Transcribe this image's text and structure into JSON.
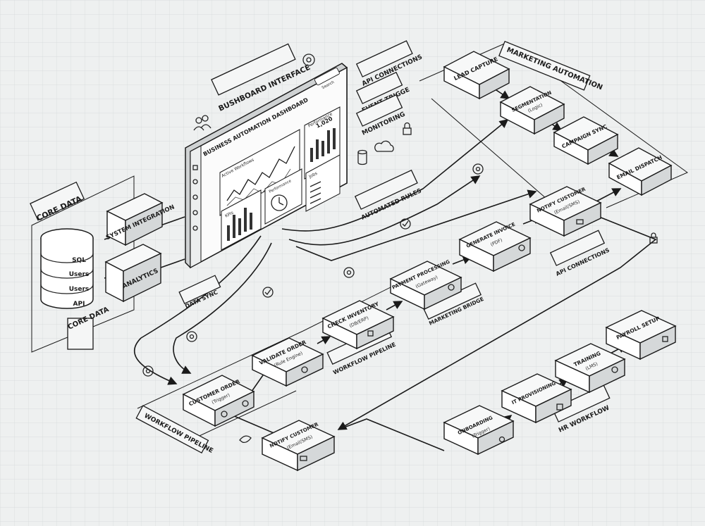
{
  "core_data": {
    "title": "CORE DATA",
    "title2": "CORE DATA",
    "db_layers": [
      "SQL",
      "Users",
      "Users",
      "API"
    ],
    "system_integration": "SYSTEM INTEGRATION",
    "analytics": "ANALYTICS"
  },
  "dashboard": {
    "interface_tag": "BUSHBOARD INTERFACE",
    "title": "BUSINESS AUTOMATION DASHBOARD",
    "panel_active": "Active Workflows",
    "panel_performance": "Performance",
    "perf_value": "1,020",
    "panel_kpis": "KPIs",
    "panel_jobs": "Jobs",
    "panel_performance2": "Performance",
    "search_placeholder": "Search"
  },
  "side_tags": [
    "API CONNECTIONS",
    "EVENT TRIGGE",
    "MONITORING"
  ],
  "marketing": {
    "title": "MARKETING AUTOMATION",
    "steps": [
      {
        "label": "LEAD CAPTURE",
        "sub": ""
      },
      {
        "label": "SEGMENTATION",
        "sub": "(Logic)"
      },
      {
        "label": "CAMPAIGN SYNC",
        "sub": ""
      },
      {
        "label": "EMAIL DISPATCH",
        "sub": ""
      }
    ]
  },
  "connectors": {
    "automated_rules": "AUTOMATED RULES",
    "data_sync": "DATA SYNC",
    "api_connections": "API CONNECTIONS",
    "marketing_bridge": "MARKETING BRIDGE"
  },
  "workflow": {
    "title": "WORKFLOW PIPELINE",
    "title_mid": "WORKFLOW PIPELINE",
    "steps": [
      {
        "label": "CUSTOMER ORDER",
        "sub": "(Trigger)"
      },
      {
        "label": "VALIDATE ORDER",
        "sub": "(Rule Engine)"
      },
      {
        "label": "CHECK INVENTORY",
        "sub": "(DB/ERP)"
      },
      {
        "label": "PAYMENT PROCESSING",
        "sub": "(Gateway)"
      },
      {
        "label": "GENERATE INVOICE",
        "sub": "(PDF)"
      },
      {
        "label": "NOTIFY CUSTOMER",
        "sub": "(Email/SMS)"
      },
      {
        "label": "NOTIFY CUSTOMER",
        "sub": "(Email/SMS)"
      }
    ]
  },
  "hr": {
    "title": "HR WORKFLOW",
    "steps": [
      {
        "label": "ONBOARDING",
        "sub": "(Trigger)"
      },
      {
        "label": "IT PROVISIONING",
        "sub": ""
      },
      {
        "label": "TRAINING",
        "sub": "(LMS)"
      },
      {
        "label": "PAYROLL SETUP",
        "sub": ""
      }
    ]
  },
  "colors": {
    "ink": "#1a1a1a",
    "paper": "#eef0f0",
    "box_face": "#ffffff",
    "box_side": "#d5d8d9"
  }
}
